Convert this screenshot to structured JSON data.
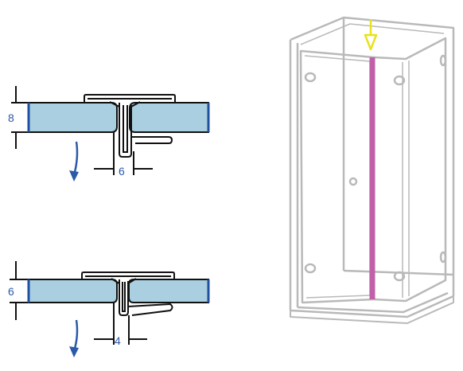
{
  "profile_top": {
    "thickness_label": "8",
    "gap_label": "6"
  },
  "profile_bottom": {
    "thickness_label": "6",
    "gap_label": "4"
  },
  "colors": {
    "glass_fill": "#a9cfe0",
    "glass_edge": "#1f4fa0",
    "dimension_text": "#2a5aa8",
    "arrow": "#2a5aa8",
    "profile_stroke": "#111111",
    "profile_fill": "#ffffff",
    "enclosure_stroke": "#b9b9b9",
    "seal_highlight": "#c160a8",
    "indicator_arrow": "#e8e21c"
  },
  "icons": {
    "swing_direction": "curved-arrow-down-icon",
    "seal_position": "arrow-down-icon"
  }
}
